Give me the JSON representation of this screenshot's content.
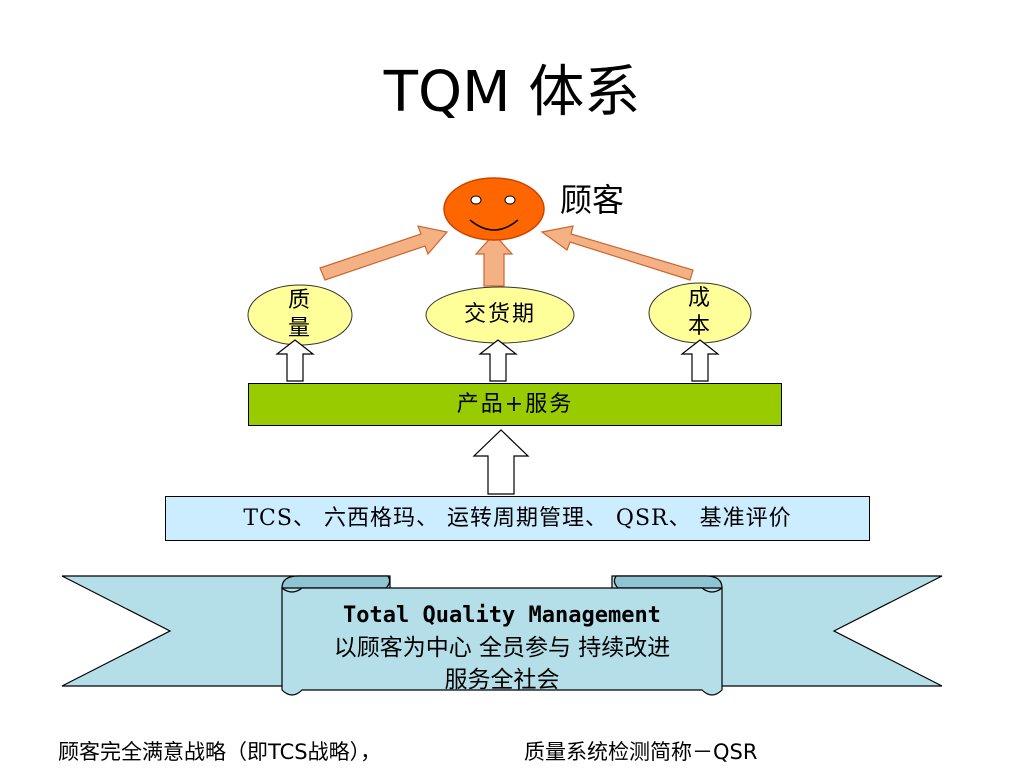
{
  "title": "TQM 体系",
  "customer": {
    "label": "顾客",
    "icon": "smiley-face",
    "color": "#ff6600"
  },
  "factors": {
    "quality": "质\n量",
    "delivery": "交货期",
    "cost": "成\n本"
  },
  "product_service": "产品+服务",
  "methods": "TCS、 六西格玛、 运转周期管理、 QSR、 基准评价",
  "banner": {
    "line1": "Total Quality Management",
    "line2": "以顾客为中心 全员参与 持续改进",
    "line3": "服务全社会"
  },
  "footer": {
    "left": "顾客完全满意战略（即TCS战略），",
    "right": "质量系统检测简称－QSR"
  },
  "colors": {
    "oval_fill": "#ffff99",
    "product_bar": "#99cc00",
    "methods_bar": "#ccecff",
    "banner": "#b4dee8",
    "arrow_fill": "#f4b183"
  }
}
